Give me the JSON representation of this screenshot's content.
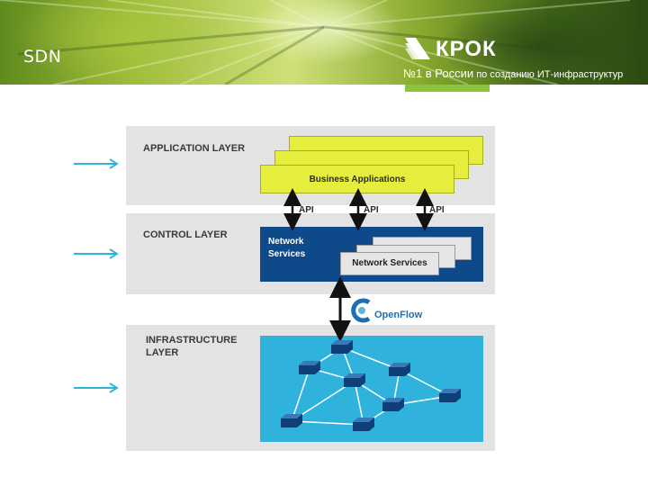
{
  "header": {
    "slide_title": "SDN",
    "logo_name": "КРОК",
    "tagline_main": "№1 в России",
    "tagline_rest": " по созданию ИТ-инфраструктур"
  },
  "diagram": {
    "application_layer": {
      "label": "APPLICATION LAYER",
      "card_label": "Business Applications"
    },
    "api_labels": [
      "API",
      "API",
      "API"
    ],
    "control_layer": {
      "label": "CONTROL LAYER",
      "box_label_line1": "Network",
      "box_label_line2": "Services",
      "card_label": "Network Services"
    },
    "openflow_label": "OpenFlow",
    "infrastructure_layer": {
      "label_line1": "INFRASTRUCTURE",
      "label_line2": "LAYER"
    }
  },
  "colors": {
    "accent_green": "#8cc33f",
    "app_yellow": "#e5ee3c",
    "control_blue": "#0e4a8a",
    "infra_cyan": "#2fb3dd",
    "arrow_cyan": "#31b3d8"
  },
  "icons": {
    "logo_mark": "krok-logo-icon",
    "openflow_mark": "openflow-logo-icon",
    "switch_node": "network-switch-icon"
  }
}
